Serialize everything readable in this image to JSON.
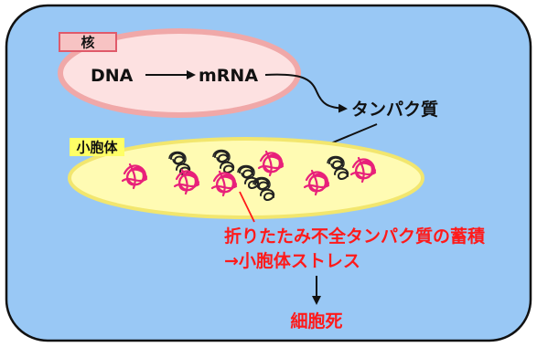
{
  "labels": {
    "nucleus": "核",
    "dna": "DNA",
    "mrna": "mRNA",
    "protein": "タンパク質",
    "er": "小胞体",
    "misfolded_line1": "折りたたみ不全タンパク質の蓄積",
    "misfolded_line2": "→小胞体ストレス",
    "cell_death": "細胞死"
  },
  "colors": {
    "cell_fill": "#99c8f5",
    "cell_stroke": "#111111",
    "nucleus_fill": "#fde1e1",
    "nucleus_stroke": "#f0a8a8",
    "nucleus_tag_fill": "#f7c3c3",
    "nucleus_tag_stroke": "#e05a6a",
    "er_fill": "#fffbb3",
    "er_stroke": "#f2e66e",
    "er_tag_fill": "#ffff66",
    "misfolded_protein": "#e8207a",
    "ribosome": "#222222",
    "highlight_text": "#ff1a1a",
    "text": "#111111"
  }
}
